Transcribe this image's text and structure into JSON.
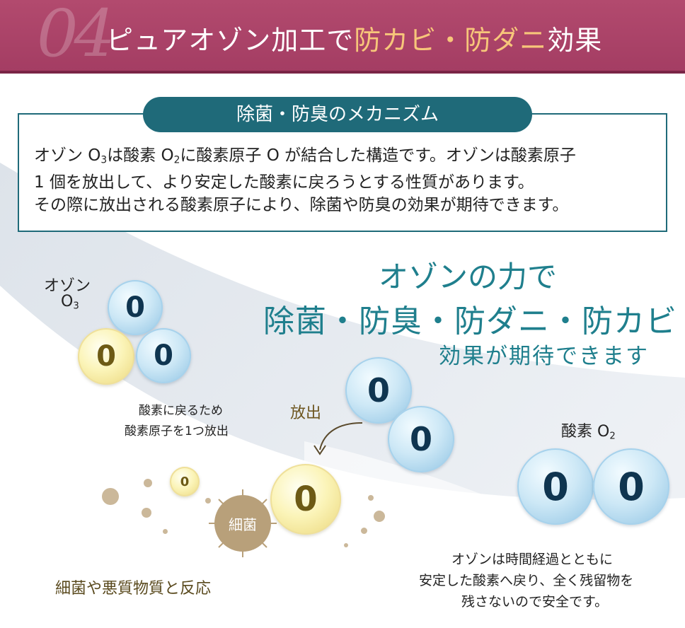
{
  "header": {
    "number": "04",
    "title_part1": "ピュアオゾン加工で",
    "title_accent1": "防カビ",
    "title_sep": "・",
    "title_accent2": "防ダニ",
    "title_part2": "効果"
  },
  "mechanism": {
    "pill": "除菌・防臭のメカニズム",
    "line1_a": "オゾン O",
    "line1_sub1": "3",
    "line1_b": "は酸素 O",
    "line1_sub2": "2",
    "line1_c": "に酸素原子 O が結合した構造です。オゾンは酸素原子",
    "line2": "1 個を放出して、より安定した酸素に戻ろうとする性質があります。",
    "line3": "その際に放出される酸素原子により、除菌や防臭の効果が期待できます。"
  },
  "headline": {
    "line1": "オゾンの力で",
    "line2": "除菌・防臭・防ダニ・防カビ",
    "line3": "効果が期待できます"
  },
  "diagram": {
    "ozone_label": "オゾン",
    "ozone_formula": "O",
    "ozone_sub": "3",
    "atom_letter": "0",
    "release_note_1": "酸素に戻るため",
    "release_note_2": "酸素原子を1つ放出",
    "release_label": "放出",
    "oxygen_label": "酸素 O",
    "oxygen_sub": "2",
    "bacteria_label": "細菌",
    "react_label": "細菌や悪質物質と反応",
    "stable_1": "オゾンは時間経過とともに",
    "stable_2": "安定した酸素へ戻り、全く残留物を",
    "stable_3": "残さないので安全です。"
  },
  "colors": {
    "header_bg": "#a43d63",
    "accent": "#f7c67a",
    "teal": "#1f6a79",
    "headline": "#1f7f8d"
  }
}
